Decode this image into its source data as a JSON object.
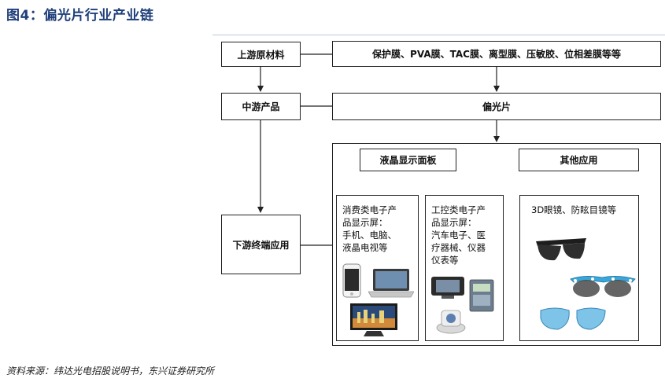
{
  "title": "图4：偏光片行业产业链",
  "left_column": {
    "upstream": "上游原材料",
    "midstream": "中游产品",
    "downstream": "下游终端应用"
  },
  "right_column": {
    "materials": "保护膜、PVA膜、TAC膜、离型膜、压敏胶、位相差膜等等",
    "product": "偏光片",
    "lcd_panel": "液晶显示面板",
    "other_apps": "其他应用"
  },
  "panels": {
    "consumer": [
      "消费类电子产",
      "品显示屏：",
      "手机、电脑、",
      "液晶电视等"
    ],
    "industrial": [
      "工控类电子产",
      "品显示屏：",
      "汽车电子、医",
      "疗器械、仪器",
      "仪表等"
    ],
    "other": "3D眼镜、防眩目镜等"
  },
  "source": "资料来源：纬达光电招股说明书，东兴证券研究所",
  "colors": {
    "title": "#1f3f7a",
    "line": "#222222",
    "lens_blue": "#3aa7d9"
  }
}
